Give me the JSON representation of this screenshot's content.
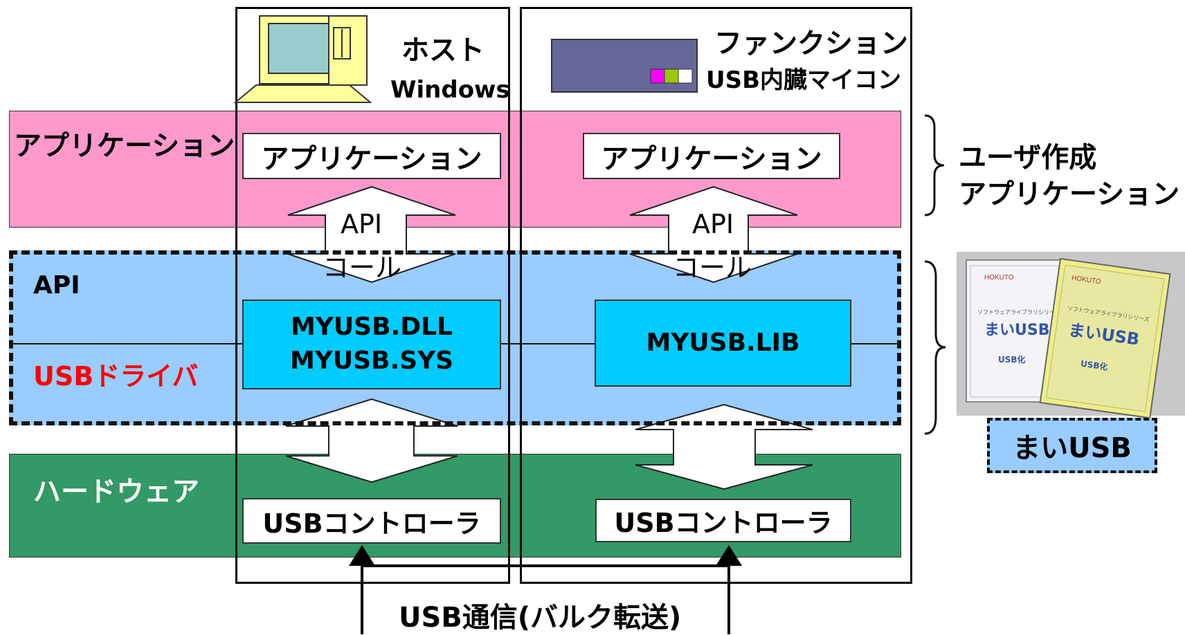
{
  "layers": {
    "application": "アプリケーション",
    "api": "API",
    "driver": "USBドライバ",
    "hardware": "ハードウェア"
  },
  "host": {
    "title": "ホスト",
    "os": "Windows",
    "app": "アプリケーション",
    "api_call": [
      "API",
      "コール"
    ],
    "dll": "MYUSB.DLL",
    "sys": "MYUSB.SYS",
    "controller": "USBコントローラ"
  },
  "function": {
    "title": "ファンクション",
    "mcu": "USB内臓マイコン",
    "app": "アプリケーション",
    "api_call": [
      "API",
      "コール"
    ],
    "lib": "MYUSB.LIB",
    "controller": "USBコントローラ"
  },
  "side": {
    "user_app": [
      "ユーザ作成",
      "アプリケーション"
    ],
    "product": "まいUSB",
    "package_series": "ソフトウェアライブラリシリーズ",
    "package_title": "まいUSB",
    "package_tagline": "USB化"
  },
  "bottom": {
    "transfer": "USB通信(バルク転送)"
  },
  "colors": {
    "application_band": "#ff99cc",
    "api_band": "#99ccff",
    "hardware_band": "#339966",
    "library_box": "#00ccff",
    "driver_text": "#ff0000",
    "mcu_board": "#666699"
  }
}
